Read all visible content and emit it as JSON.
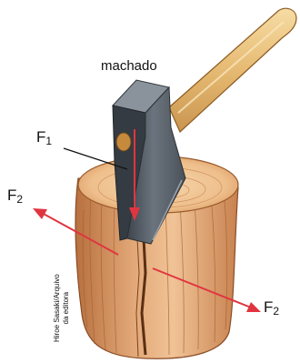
{
  "tool_label": "machado",
  "forces": {
    "f1": {
      "letter": "F",
      "index": "1"
    },
    "f2_left": {
      "letter": "F",
      "index": "2"
    },
    "f2_right": {
      "letter": "F",
      "index": "2"
    }
  },
  "credit": {
    "line1": "Hiroe Sasaki/Arquivo",
    "line2": "da editora"
  },
  "colors": {
    "arrow": "#e03540",
    "wood_light": "#f0c79b",
    "wood_mid": "#d99a6a",
    "wood_dark": "#a86238",
    "blade": "#5f6770",
    "blade_dark": "#353b42",
    "handle": "#e9c37f"
  }
}
